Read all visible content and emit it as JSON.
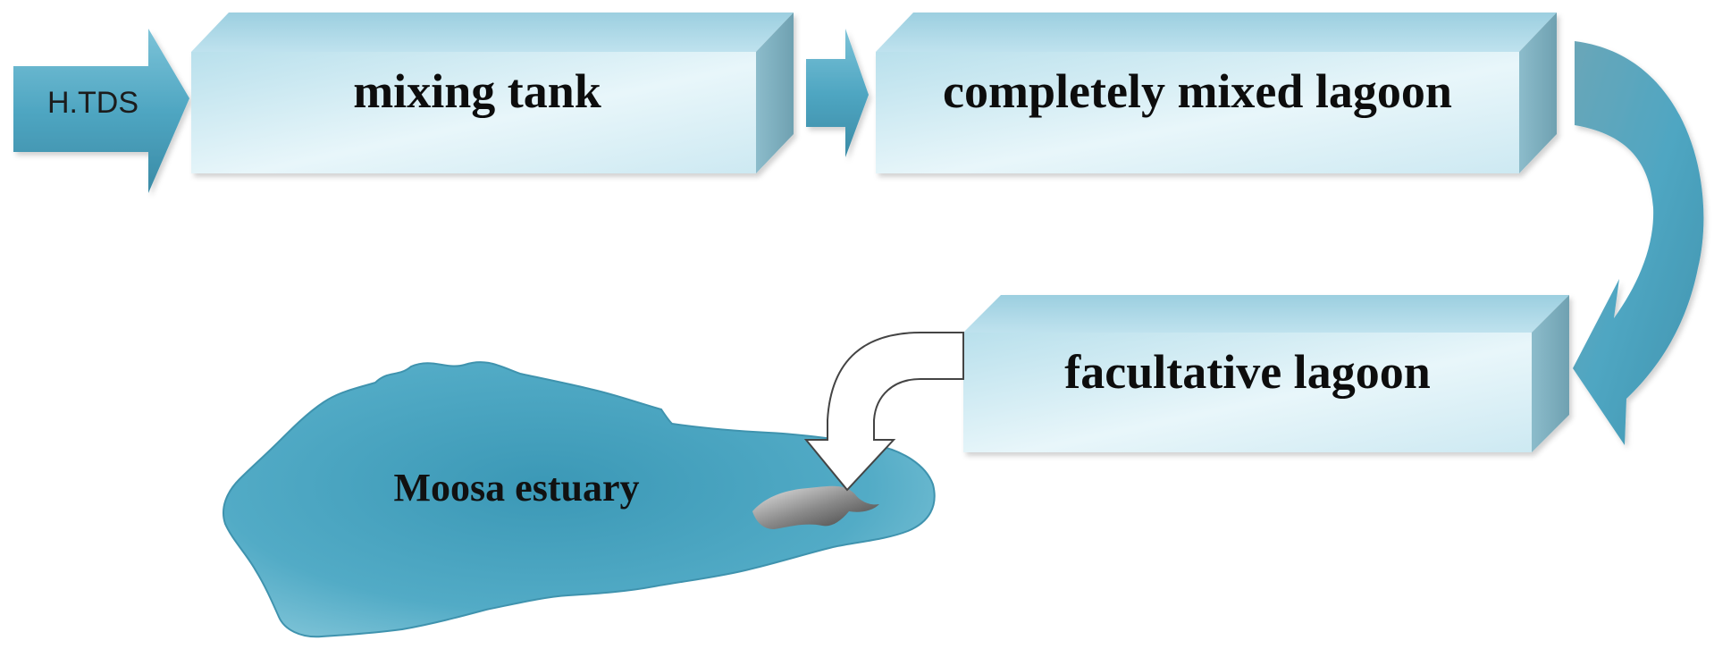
{
  "diagram": {
    "input": {
      "label": "H.TDS"
    },
    "stages": [
      {
        "id": "mixing-tank",
        "label": "mixing tank"
      },
      {
        "id": "completely-mixed-lagoon",
        "label": "completely mixed lagoon"
      },
      {
        "id": "facultative-lagoon",
        "label": "facultative lagoon"
      }
    ],
    "discharge": {
      "label": "Moosa estuary"
    }
  },
  "colors": {
    "box_front_light": "#e6f5f9",
    "box_front_mid": "#bfe3ee",
    "box_top": "#a9d6e5",
    "box_side": "#7fb0c0",
    "arrow": "#4fa6c2",
    "arrow_dark": "#3d8aa4",
    "estuary": "#4aa3bf",
    "outlet_arrow": "#ffffff"
  }
}
